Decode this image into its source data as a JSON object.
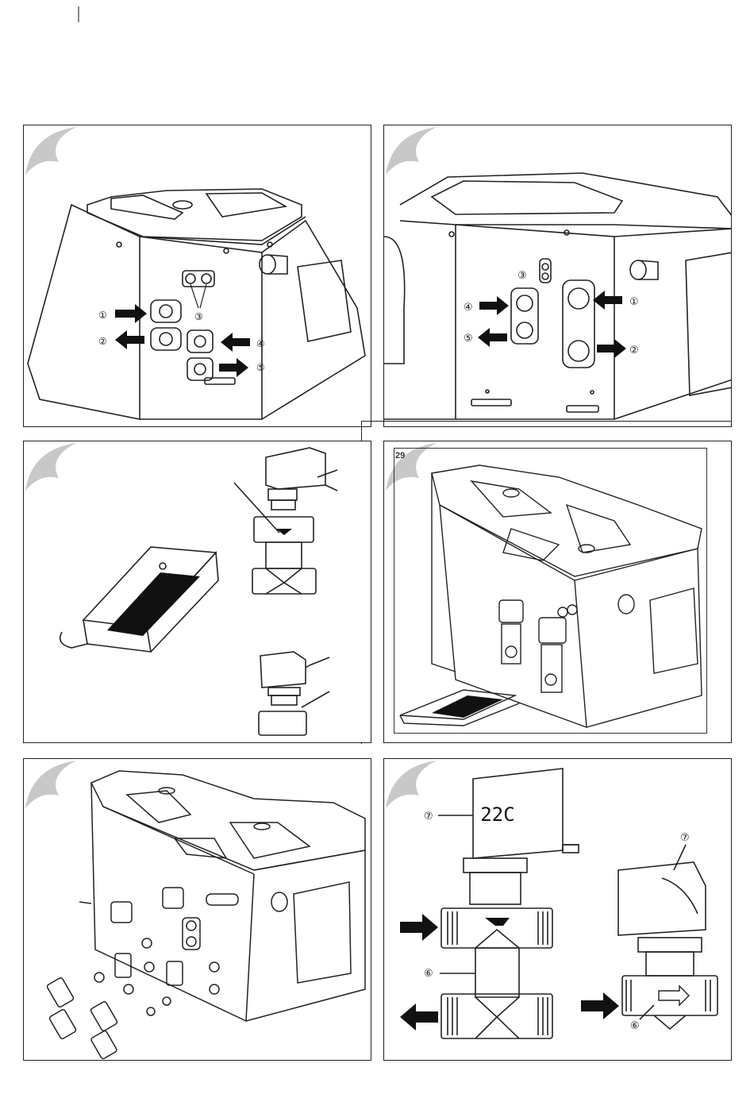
{
  "figures": [
    {
      "callouts": [
        "①",
        "②",
        "③",
        "④",
        "⑤"
      ]
    },
    {
      "callouts": [
        "①",
        "②",
        "③",
        "④",
        "⑤"
      ]
    },
    {
      "callouts": []
    },
    {
      "figure_number": "29",
      "callouts": []
    },
    {
      "callouts": []
    },
    {
      "valve_marking": "22C",
      "callouts": [
        "⑦",
        "⑥",
        "⑦",
        "⑥"
      ]
    }
  ],
  "colors": {
    "line": "#222222",
    "arrow": "#111111",
    "corner_tab": "#c8c8c8"
  }
}
